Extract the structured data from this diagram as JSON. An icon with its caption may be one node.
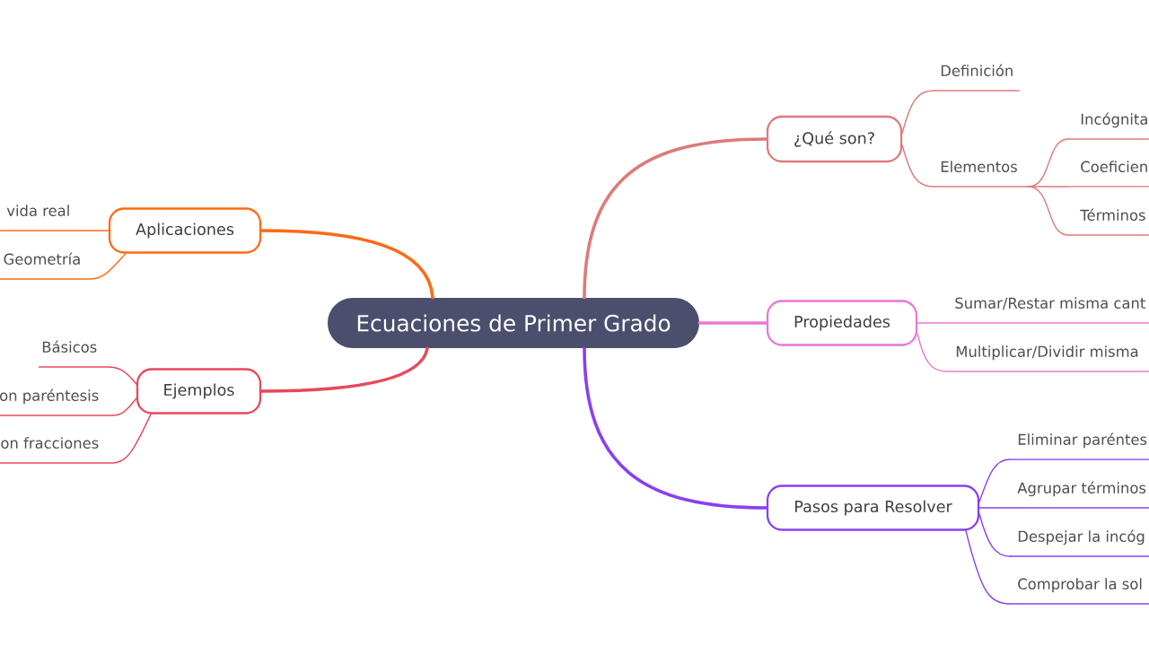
{
  "diagram": {
    "nodes": [
      {
        "text": [
          "Ecuaciones de Primer Grado"
        ]
      },
      {
        "text": [
          "¿Qué son?"
        ]
      },
      {
        "text": [
          "Definición"
        ]
      },
      {
        "text": [
          "Elementos"
        ]
      },
      {
        "text": [
          "Incógnita"
        ]
      },
      {
        "text": [
          "Coeficien"
        ]
      },
      {
        "text": [
          "Términos"
        ]
      },
      {
        "text": [
          "Propiedades"
        ]
      },
      {
        "text": [
          "Sumar/Restar misma cant"
        ]
      },
      {
        "text": [
          "Multiplicar/Dividir misma"
        ]
      },
      {
        "text": [
          "Pasos para Resolver"
        ]
      },
      {
        "text": [
          "Eliminar paréntes"
        ]
      },
      {
        "text": [
          "Agrupar términos"
        ]
      },
      {
        "text": [
          "Despejar la incóg"
        ]
      },
      {
        "text": [
          "Comprobar la sol"
        ]
      },
      {
        "text": [
          "Aplicaciones"
        ]
      },
      {
        "text": [
          "vida real"
        ]
      },
      {
        "text": [
          "Geometría"
        ]
      },
      {
        "text": [
          "Ejemplos"
        ]
      },
      {
        "text": [
          "Básicos"
        ]
      },
      {
        "text": [
          "on paréntesis"
        ]
      },
      {
        "text": [
          "on fracciones"
        ]
      }
    ],
    "edges": [
      {
        "from": 0,
        "to": 1,
        "arrow": "none",
        "style": "thick",
        "color": "#df7a7a"
      },
      {
        "from": 0,
        "to": 7,
        "arrow": "none",
        "style": "thick",
        "color": "#ea78d4"
      },
      {
        "from": 0,
        "to": 10,
        "arrow": "none",
        "style": "thick",
        "color": "#8a3ff0"
      },
      {
        "from": 0,
        "to": 15,
        "arrow": "none",
        "style": "thick",
        "color": "#ff6a14"
      },
      {
        "from": 0,
        "to": 18,
        "arrow": "none",
        "style": "thick",
        "color": "#e8485a"
      },
      {
        "from": 1,
        "to": 2,
        "arrow": "none",
        "color": "#df7a7a"
      },
      {
        "from": 1,
        "to": 3,
        "arrow": "none",
        "color": "#df7a7a"
      },
      {
        "from": 3,
        "to": 4,
        "arrow": "none",
        "color": "#df7a7a"
      },
      {
        "from": 3,
        "to": 5,
        "arrow": "none",
        "color": "#df7a7a"
      },
      {
        "from": 3,
        "to": 6,
        "arrow": "none",
        "color": "#df7a7a"
      },
      {
        "from": 7,
        "to": 8,
        "arrow": "none",
        "color": "#ea78d4"
      },
      {
        "from": 7,
        "to": 9,
        "arrow": "none",
        "color": "#ea78d4"
      },
      {
        "from": 10,
        "to": 11,
        "arrow": "none",
        "color": "#8a3ff0"
      },
      {
        "from": 10,
        "to": 12,
        "arrow": "none",
        "color": "#8a3ff0"
      },
      {
        "from": 10,
        "to": 13,
        "arrow": "none",
        "color": "#8a3ff0"
      },
      {
        "from": 10,
        "to": 14,
        "arrow": "none",
        "color": "#8a3ff0"
      },
      {
        "from": 15,
        "to": 16,
        "arrow": "none",
        "color": "#ff6a14"
      },
      {
        "from": 15,
        "to": 17,
        "arrow": "none",
        "color": "#ff6a14"
      },
      {
        "from": 18,
        "to": 19,
        "arrow": "none",
        "color": "#e8485a"
      },
      {
        "from": 18,
        "to": 20,
        "arrow": "none",
        "color": "#e8485a"
      },
      {
        "from": 18,
        "to": 21,
        "arrow": "none",
        "color": "#e8485a"
      }
    ]
  }
}
